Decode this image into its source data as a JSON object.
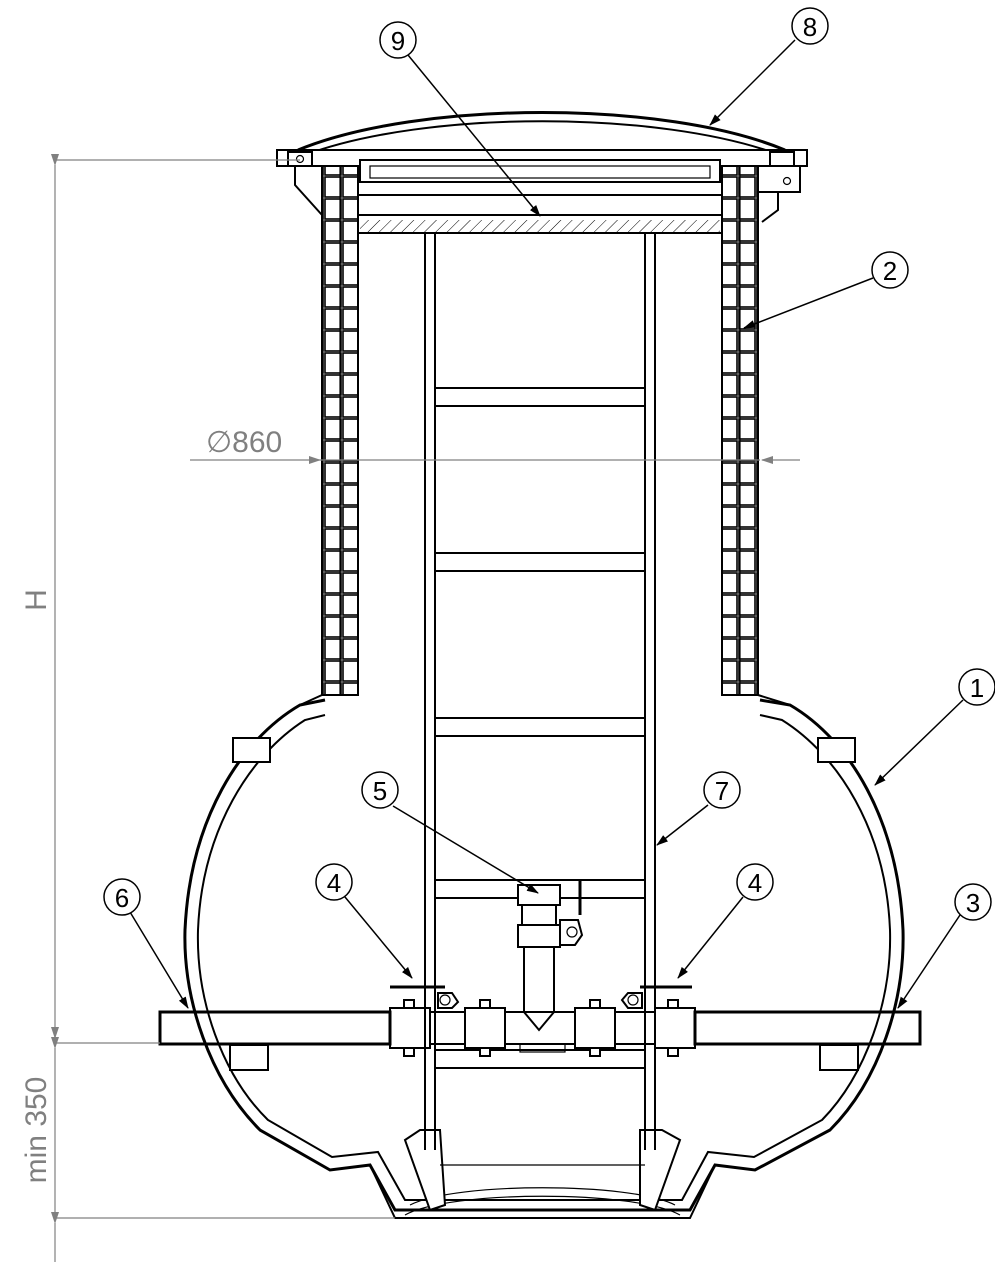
{
  "dimensions": {
    "height_label": "H",
    "depth_label": "min 350",
    "diameter_label": "∅860"
  },
  "callouts": [
    {
      "id": "callout-1",
      "label": "1"
    },
    {
      "id": "callout-2",
      "label": "2"
    },
    {
      "id": "callout-3",
      "label": "3"
    },
    {
      "id": "callout-4a",
      "label": "4"
    },
    {
      "id": "callout-4b",
      "label": "4"
    },
    {
      "id": "callout-5",
      "label": "5"
    },
    {
      "id": "callout-6",
      "label": "6"
    },
    {
      "id": "callout-7",
      "label": "7"
    },
    {
      "id": "callout-8",
      "label": "8"
    },
    {
      "id": "callout-9",
      "label": "9"
    }
  ],
  "colors": {
    "line": "#000000",
    "dimension": "#808080",
    "background": "#ffffff"
  }
}
